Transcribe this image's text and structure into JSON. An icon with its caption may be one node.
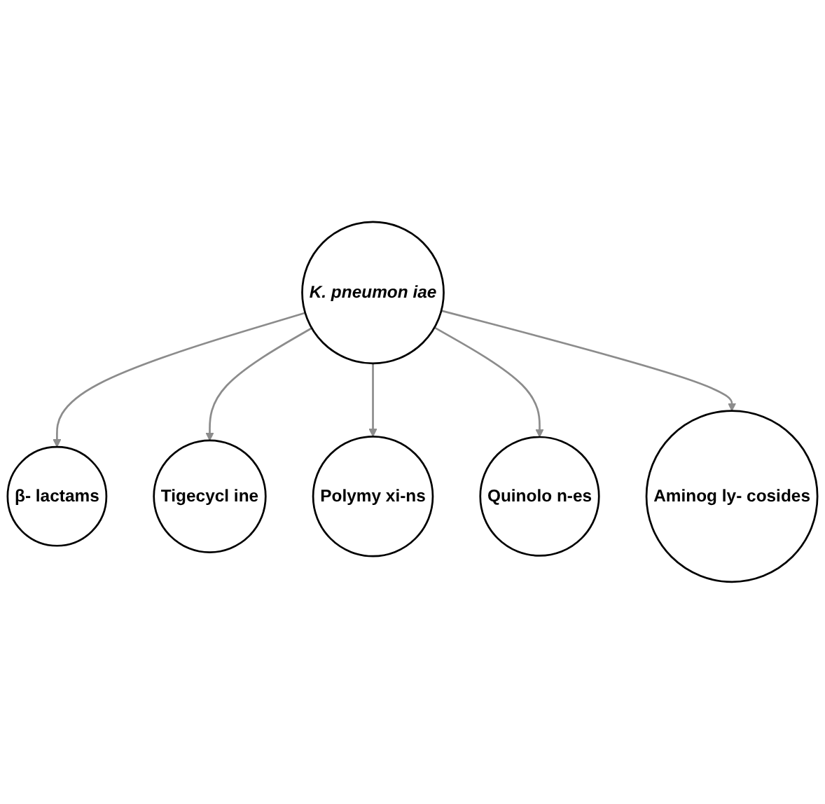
{
  "diagram": {
    "nodes": [
      {
        "text": [
          "β- lactams"
        ]
      },
      {
        "text": [
          "Tigecycl ine"
        ]
      },
      {
        "text": [
          "K. pneumon iae"
        ]
      },
      {
        "text": [
          "Polymy xi-ns"
        ]
      },
      {
        "text": [
          "Quinolo n-es"
        ]
      },
      {
        "text": [
          "Aminog ly- cosides"
        ]
      }
    ],
    "edges": [
      {
        "from": 2,
        "to": 0,
        "arrow": "to"
      },
      {
        "from": 2,
        "to": 1,
        "arrow": "to"
      },
      {
        "from": 2,
        "to": 3,
        "arrow": "to"
      },
      {
        "from": 2,
        "to": 4,
        "arrow": "to"
      },
      {
        "from": 2,
        "to": 5,
        "arrow": "to"
      }
    ]
  }
}
